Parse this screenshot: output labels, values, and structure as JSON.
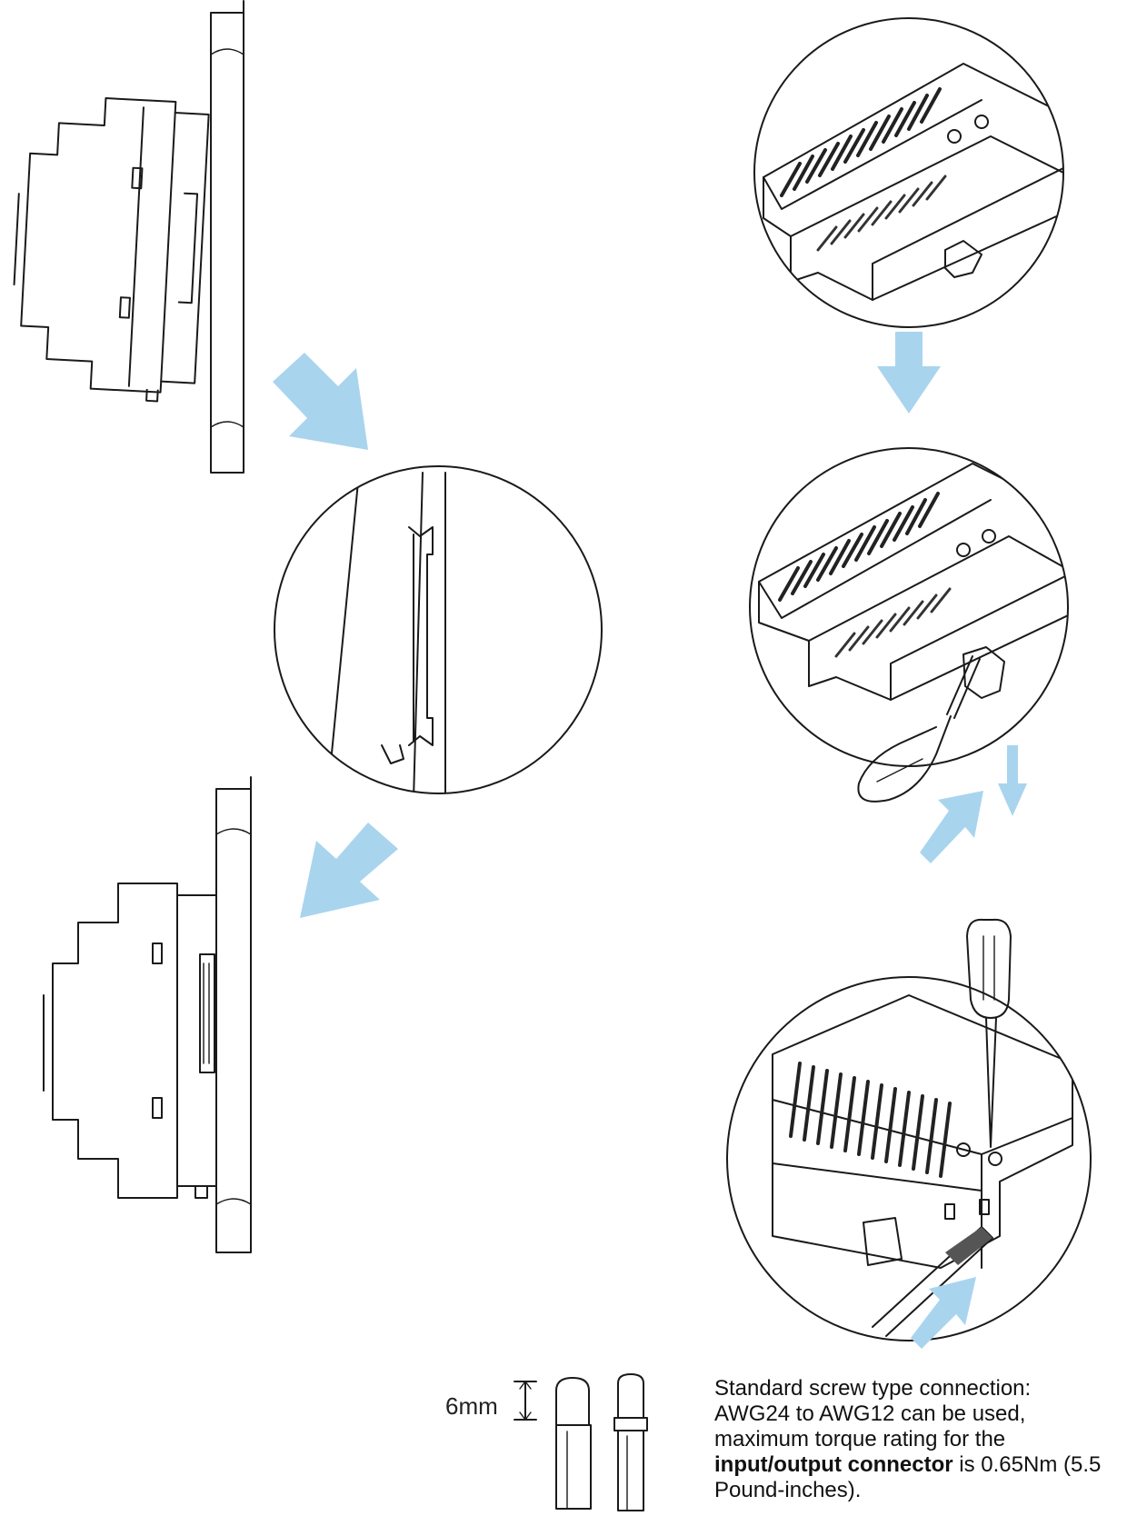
{
  "dimension": {
    "label": "6mm"
  },
  "note": {
    "line1": "Standard screw type connection:",
    "line2": "AWG24 to AWG12 can be used,",
    "line3": "maximum torque rating for the",
    "bold": "input/output connector",
    "line4_rest": " is 0.65Nm (5.5",
    "line5": "Pound-inches)."
  },
  "colors": {
    "arrow": "#a9d4ee",
    "line": "#1a1a1a"
  }
}
